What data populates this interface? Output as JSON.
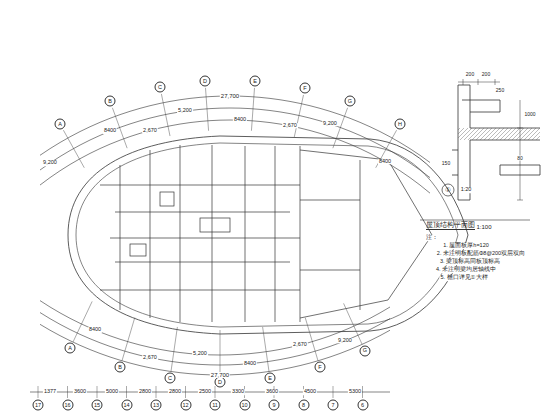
{
  "diagram": {
    "title": "屋顶结构平面图",
    "nodes": [
      {
        "text": [
          "17"
        ]
      },
      {
        "text": [
          "16"
        ]
      },
      {
        "text": [
          "15"
        ]
      },
      {
        "text": [
          "14"
        ]
      },
      {
        "text": [
          "13"
        ]
      },
      {
        "text": [
          "12"
        ]
      },
      {
        "text": [
          "11"
        ]
      },
      {
        "text": [
          "10"
        ]
      },
      {
        "text": [
          "9"
        ]
      },
      {
        "text": [
          "8"
        ]
      },
      {
        "text": [
          "7"
        ]
      },
      {
        "text": [
          "6"
        ]
      },
      {
        "text": [
          "A"
        ]
      },
      {
        "text": [
          "B"
        ]
      },
      {
        "text": [
          "C"
        ]
      },
      {
        "text": [
          "D"
        ]
      },
      {
        "text": [
          "E"
        ]
      },
      {
        "text": [
          "F"
        ]
      },
      {
        "text": [
          "G"
        ]
      },
      {
        "text": [
          "H"
        ]
      },
      {
        "text": [
          "A"
        ]
      },
      {
        "text": [
          "B"
        ]
      },
      {
        "text": [
          "C"
        ]
      },
      {
        "text": [
          "D"
        ]
      },
      {
        "text": [
          "E"
        ]
      },
      {
        "text": [
          "F"
        ]
      },
      {
        "text": [
          "G"
        ]
      }
    ],
    "labels": [
      "1:100",
      "注：",
      "1. 屋面板厚h=120",
      "2. 未注明板配筋Φ8@200双层双向",
      "3. 梁顶标高同板顶标高",
      "4. 未注明梁均居轴线中",
      "5. 檐口详见①大样",
      "①",
      "1:20",
      "200",
      "200",
      "250",
      "1000",
      "150",
      "80",
      "27,700",
      "9,200",
      "8400",
      "2,670",
      "5,200",
      "8400",
      "2,670",
      "9,200",
      "8400",
      "8400",
      "2,670",
      "5,200",
      "8400",
      "2,670",
      "9,200",
      "27,700",
      "1377",
      "3600",
      "5000",
      "2800",
      "2800",
      "2500",
      "3300",
      "3600",
      "4500",
      "5300"
    ]
  }
}
